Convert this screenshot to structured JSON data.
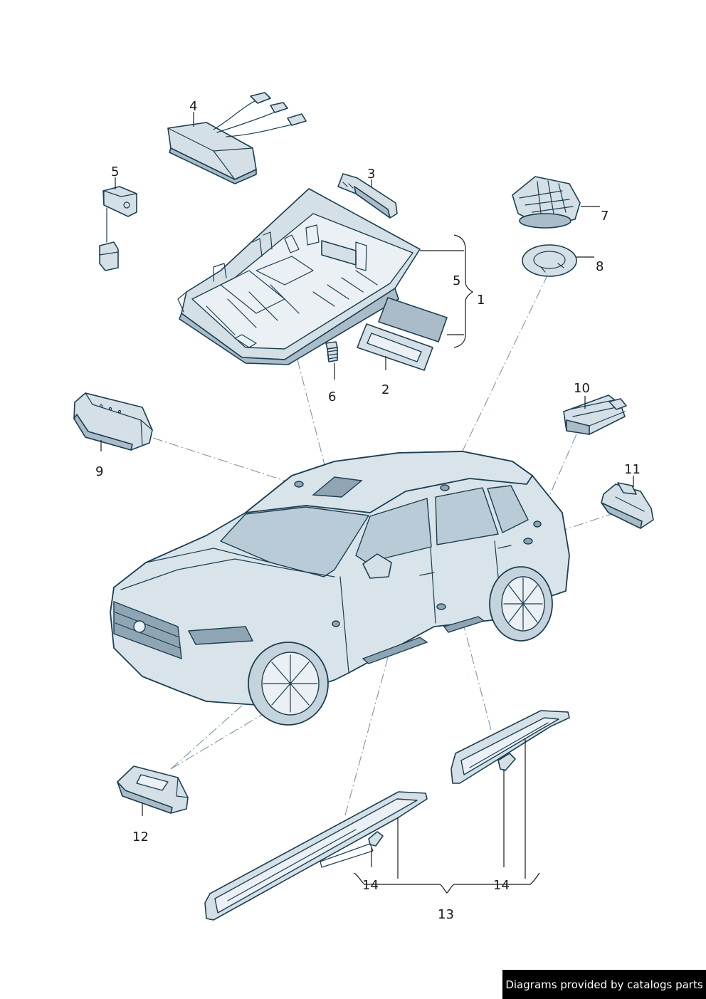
{
  "callouts": {
    "c1": "1",
    "c2": "2",
    "c3": "3",
    "c4": "4",
    "c5a": "5",
    "c5b": "5",
    "c6": "6",
    "c7": "7",
    "c8": "8",
    "c9": "9",
    "c10": "10",
    "c11": "11",
    "c12": "12",
    "c13": "13",
    "c14a": "14",
    "c14b": "14"
  },
  "footer": {
    "credit": "Diagrams provided by catalogs parts"
  },
  "colors": {
    "line": "#1c3f52",
    "fill": "#d4dfe6",
    "leader_dash": "#7d96a6",
    "banner": "#000000"
  }
}
